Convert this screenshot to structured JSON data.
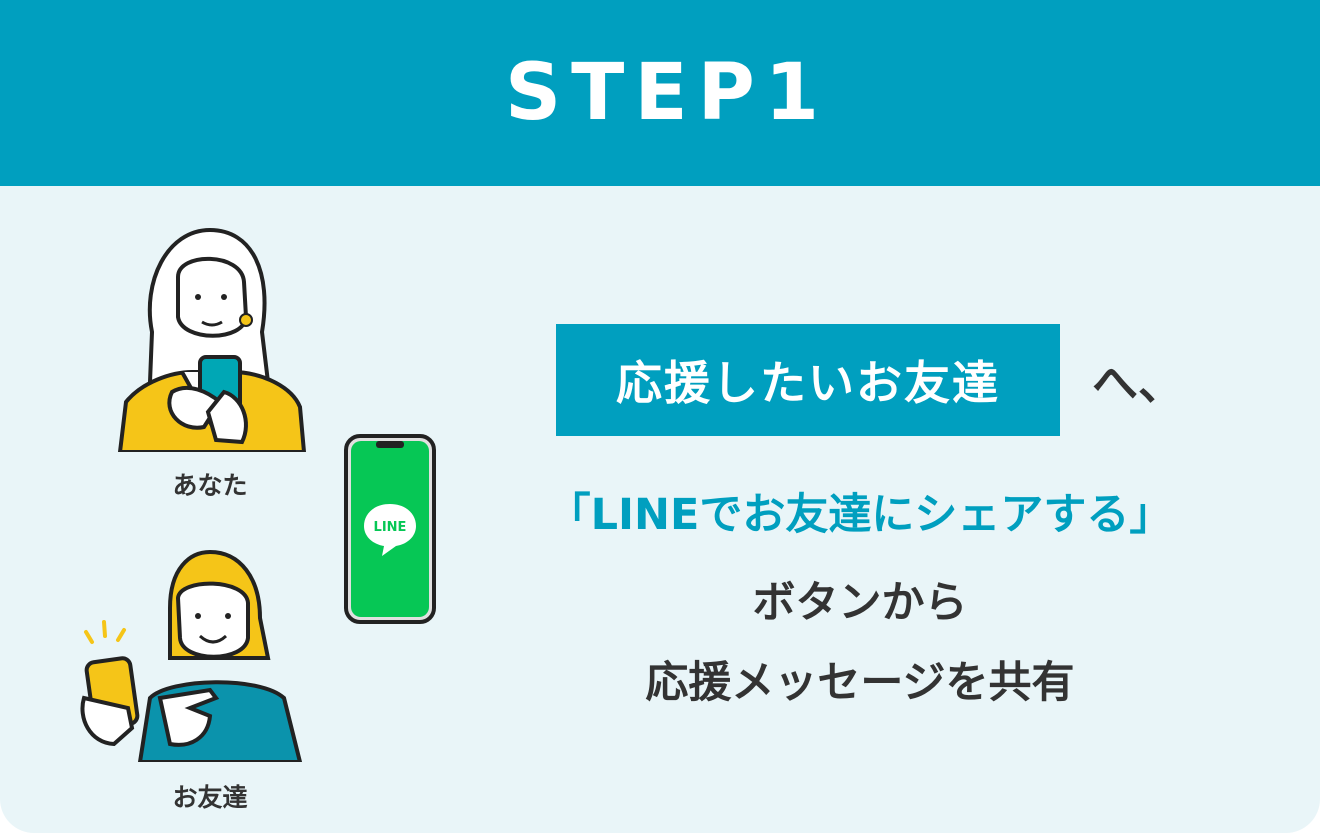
{
  "header": {
    "title": "STEP1"
  },
  "people": {
    "you_label": "あなた",
    "friend_label": "お友達"
  },
  "phone": {
    "logo_text": "LINE"
  },
  "message": {
    "highlight": "応援したいお友達",
    "highlight_suffix": "へ、",
    "line1": "「LINEでお友達にシェアする」",
    "line2": "ボタンから",
    "line3": "応援メッセージを共有"
  },
  "colors": {
    "accent": "#009fbf",
    "background": "#e9f5f8",
    "text": "#333333",
    "line_green": "#06c755",
    "yellow": "#f5c518"
  }
}
